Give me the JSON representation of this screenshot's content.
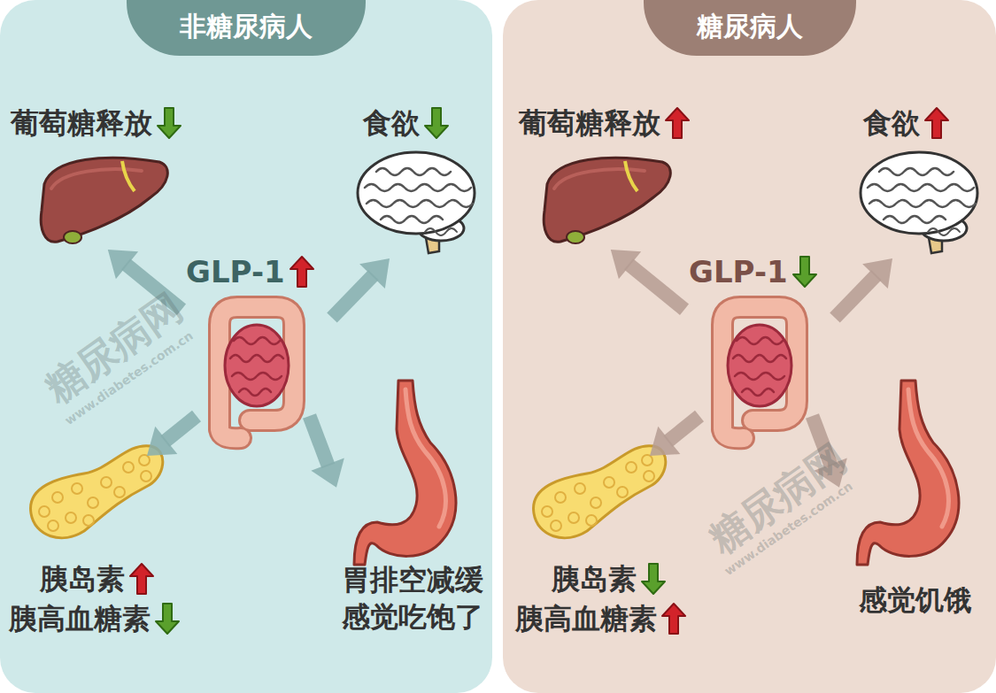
{
  "diagram": {
    "nodes": [
      {
        "text": [
          "非糖尿病人"
        ]
      },
      {
        "text": [
          "葡萄糖释放"
        ],
        "in": 0
      },
      {
        "text": [
          "食欲"
        ],
        "in": 0
      },
      {
        "text": [
          "GLP-1"
        ],
        "in": 0
      },
      {
        "text": [
          "胰岛素",
          "胰高血糖素"
        ],
        "in": 0
      },
      {
        "text": [
          "胃排空减缓 感觉吃饱了"
        ],
        "in": 0
      },
      {
        "text": [
          "糖尿病人"
        ]
      },
      {
        "text": [
          "葡萄糖释放"
        ],
        "in": 6
      },
      {
        "text": [
          "食欲"
        ],
        "in": 6
      },
      {
        "text": [
          "GLP-1"
        ],
        "in": 6
      },
      {
        "text": [
          "胰岛素",
          "胰高血糖素"
        ],
        "in": 6
      },
      {
        "text": [
          "感觉饥饿"
        ],
        "in": 6
      }
    ],
    "edges": [
      {
        "from": 3,
        "to": 1,
        "arrow": "to"
      },
      {
        "from": 3,
        "to": 2,
        "arrow": "to"
      },
      {
        "from": 3,
        "to": 4,
        "arrow": "to"
      },
      {
        "from": 3,
        "to": 5,
        "arrow": "to"
      },
      {
        "from": 9,
        "to": 7,
        "arrow": "to"
      },
      {
        "from": 9,
        "to": 8,
        "arrow": "to"
      },
      {
        "from": 9,
        "to": 10,
        "arrow": "to"
      },
      {
        "from": 9,
        "to": 11,
        "arrow": "to"
      }
    ],
    "labels": [
      "糖尿病网",
      "www.diabetes.com.cn",
      "糖尿病网",
      "www.diabetes.com.cn"
    ]
  }
}
